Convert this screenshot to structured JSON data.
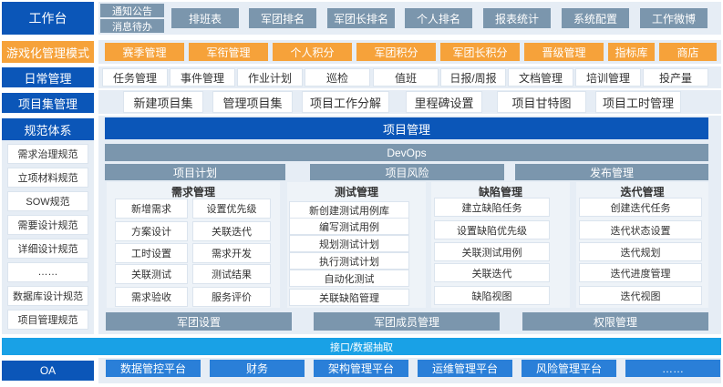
{
  "left": {
    "top_item": "工作台",
    "gamify": "游戏化管理模式",
    "daily": "日常管理",
    "projects": "项目集管理",
    "norms_title": "规范体系",
    "norms": [
      "需求治理规范",
      "立项材料规范",
      "SOW规范",
      "需要设计规范",
      "详细设计规范",
      "……",
      "数据库设计规范",
      "项目管理规范"
    ],
    "oa": "OA"
  },
  "top": {
    "notice": "通知公告",
    "pending": "消息待办",
    "nav": [
      "排班表",
      "军团排名",
      "军团长排名",
      "个人排名",
      "报表统计",
      "系统配置",
      "工作微博"
    ]
  },
  "gamify_items": [
    "赛季管理",
    "军衔管理",
    "个人积分",
    "军团积分",
    "军团长积分",
    "晋级管理",
    "指标库",
    "商店"
  ],
  "daily_items": [
    "任务管理",
    "事件管理",
    "作业计划",
    "巡检",
    "值班",
    "日报/周报",
    "文档管理",
    "培训管理",
    "投产量"
  ],
  "project_items": [
    "新建项目集",
    "管理项目集",
    "项目工作分解",
    "里程碑设置",
    "项目甘特图",
    "项目工时管理"
  ],
  "main": {
    "project_mgmt": "项目管理",
    "devops": "DevOps",
    "plan": "项目计划",
    "risk": "项目风险",
    "release": "发布管理"
  },
  "columns": {
    "req": {
      "title": "需求管理",
      "left": [
        "新增需求",
        "方案设计",
        "工时设置",
        "关联测试",
        "需求验收"
      ],
      "right": [
        "设置优先级",
        "关联迭代",
        "需求开发",
        "测试结果",
        "服务评价"
      ]
    },
    "test": {
      "title": "测试管理",
      "items": [
        "新创建测试用例库",
        "编写测试用例",
        "规划测试计划",
        "执行测试计划",
        "自动化测试",
        "关联缺陷管理"
      ]
    },
    "defect": {
      "title": "缺陷管理",
      "items": [
        "建立缺陷任务",
        "设置缺陷优先级",
        "关联测试用例",
        "关联迭代",
        "缺陷视图"
      ]
    },
    "iter": {
      "title": "迭代管理",
      "items": [
        "创建迭代任务",
        "迭代状态设置",
        "迭代规划",
        "迭代进度管理",
        "迭代视图"
      ]
    }
  },
  "bottom_row": [
    "军团设置",
    "军团成员管理",
    "权限管理"
  ],
  "interface_bar": "接口/数据抽取",
  "platforms": [
    "数据管控平台",
    "财务",
    "架构管理平台",
    "运维管理平台",
    "风险管理平台",
    "……"
  ]
}
